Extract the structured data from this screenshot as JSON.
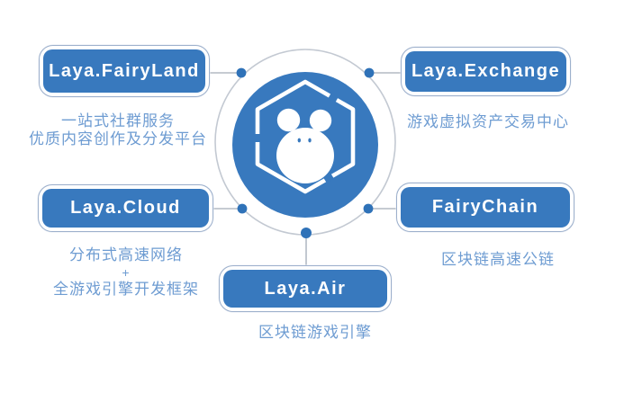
{
  "title": "Laya ecosystem diagram",
  "colors": {
    "primary_blue": "#3879be",
    "orbit_ring": "#c3c9d2",
    "connector_line": "#b3bac4",
    "node_border": "#9db0cc",
    "description_text": "#6e9cd2",
    "label_text": "#ffffff"
  },
  "center": {
    "logo_icon": "laya-mascot-hexagon-badge"
  },
  "nodes": {
    "fairyland": {
      "label": "Laya.FairyLand",
      "desc1": "一站式社群服务",
      "desc2": "优质内容创作及分发平台"
    },
    "exchange": {
      "label": "Laya.Exchange",
      "desc1": "游戏虚拟资产交易中心"
    },
    "cloud": {
      "label": "Laya.Cloud",
      "desc1": "分布式高速网络",
      "desc2": "+",
      "desc3": "全游戏引擎开发框架"
    },
    "fairychain": {
      "label": "FairyChain",
      "desc1": "区块链高速公链"
    },
    "air": {
      "label": "Laya.Air",
      "desc1": "区块链游戏引擎"
    }
  }
}
